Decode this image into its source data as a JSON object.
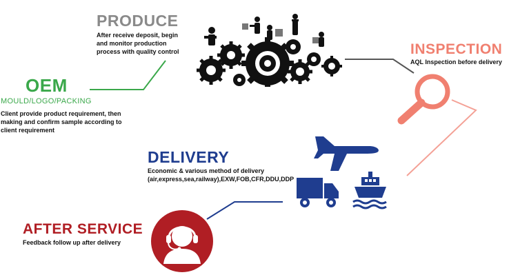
{
  "produce": {
    "title": "PRODUCE",
    "description": "After receive deposit, begin and monitor production process with quality control",
    "icon": "gears-with-workers-icon",
    "color": "#8a8a8a"
  },
  "oem": {
    "title": "OEM",
    "subtitle": "MOULD/LOGO/PACKING",
    "description": "Client provide product requirement, then making and confirm sample according to client requirement",
    "color": "#3aa84a"
  },
  "inspection": {
    "title": "INSPECTION",
    "description": "AQL Inspection before delivery",
    "icon": "magnifier-icon",
    "color": "#f08070"
  },
  "delivery": {
    "title": "DELIVERY",
    "description": "Economic & various method of delivery (air,express,sea,railway),EXW,FOB,CFR,DDU,DDP",
    "icons": [
      "airplane-icon",
      "truck-icon",
      "ship-icon"
    ],
    "color": "#1f3d8f"
  },
  "after_service": {
    "title": "AFTER SERVICE",
    "description": "Feedback follow up after delivery",
    "icon": "headset-agent-icon",
    "color": "#b01e24"
  }
}
